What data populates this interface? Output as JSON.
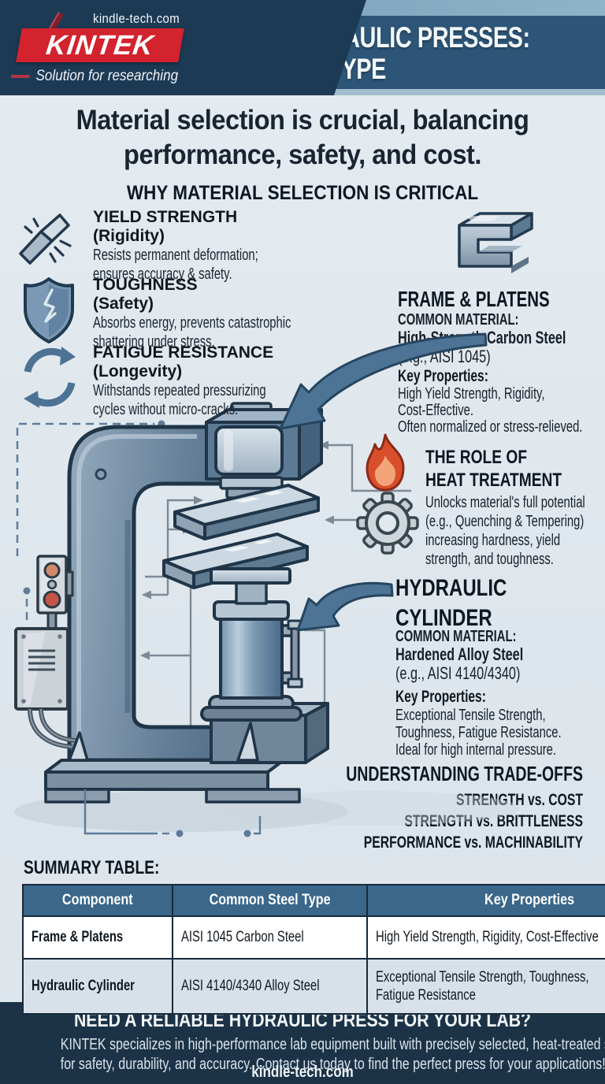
{
  "header": {
    "website": "kindle-tech.com",
    "logo": "KINTEK",
    "tagline": "Solution for researching",
    "title_line1": "STEEL IN HYDRAULIC PRESSES:",
    "title_line2": "IT'S NOT ONE TYPE"
  },
  "intro": {
    "headline_line1": "Material selection is crucial, balancing",
    "headline_line2": "performance, safety, and cost.",
    "why_title": "WHY MATERIAL SELECTION IS CRITICAL"
  },
  "properties": [
    {
      "icon": "bent-bar-icon",
      "title": "YIELD STRENGTH",
      "subtitle": "(Rigidity)",
      "desc": "Resists permanent deformation; ensures accuracy & safety."
    },
    {
      "icon": "cracked-shield-icon",
      "title": "TOUGHNESS",
      "subtitle": "(Safety)",
      "desc": "Absorbs energy, prevents catastrophic shattering under stress."
    },
    {
      "icon": "cycle-arrows-icon",
      "title": "FATIGUE RESISTANCE",
      "subtitle": "(Longevity)",
      "desc": "Withstands repeated pressurizing cycles without micro-cracks."
    }
  ],
  "frame_platens": {
    "icon": "c-frame-block-icon",
    "title": "FRAME & PLATENS",
    "material_label": "COMMON MATERIAL:",
    "material": "High-Strength Carbon Steel",
    "material_example": "(e.g., AISI 1045)",
    "key_label": "Key Properties:",
    "key_lines": [
      "High Yield Strength, Rigidity,",
      "Cost-Effective.",
      "Often normalized or stress-relieved."
    ]
  },
  "heat_treatment": {
    "icons": [
      "flame-icon",
      "gear-icon"
    ],
    "title_line1": "THE ROLE OF",
    "title_line2": "HEAT TREATMENT",
    "desc_lines": [
      "Unlocks material's full potential",
      "(e.g., Quenching & Tempering)",
      "increasing hardness, yield",
      "strength, and toughness."
    ]
  },
  "hydraulic_cylinder": {
    "title_line1": "HYDRAULIC",
    "title_line2": "CYLINDER",
    "material_label": "COMMON MATERIAL:",
    "material": "Hardened Alloy Steel",
    "material_example": "(e.g., AISI 4140/4340)",
    "key_label": "Key Properties:",
    "key_lines": [
      "Exceptional Tensile Strength,",
      "Toughness, Fatigue Resistance.",
      "Ideal for high internal pressure."
    ]
  },
  "trade_offs": {
    "title": "UNDERSTANDING TRADE-OFFS",
    "items": [
      "STRENGTH vs. COST",
      "STRENGTH vs. BRITTLENESS",
      "PERFORMANCE vs. MACHINABILITY"
    ]
  },
  "summary_table": {
    "title": "SUMMARY TABLE:",
    "headers": [
      "Component",
      "Common Steel Type",
      "Key Properties"
    ],
    "rows": [
      [
        "Frame & Platens",
        "AISI 1045 Carbon Steel",
        "High Yield Strength, Rigidity, Cost-Effective"
      ],
      [
        "Hydraulic Cylinder",
        "AISI 4140/4340 Alloy Steel",
        "Exceptional Tensile Strength, Toughness, Fatigue Resistance"
      ]
    ]
  },
  "footer": {
    "title": "NEED A RELIABLE HYDRAULIC PRESS FOR YOUR LAB?",
    "desc_line1": "KINTEK specializes in high-performance lab equipment built with precisely selected, heat-treated steels",
    "desc_line2": "for safety, durability, and accuracy. Contact us today to find the perfect press for your applications!",
    "website": "kindle-tech.com"
  },
  "colors": {
    "navy": "#1d3a55",
    "steel_blue_header": "#2d5577",
    "logo_red": "#d2232e",
    "table_header_blue": "#3a678a",
    "footer_navy": "#1c3347",
    "body_background": "#e2e9ef",
    "arrow_steel_blue": "#4d7495",
    "flame_orange": "#d94f2b"
  }
}
